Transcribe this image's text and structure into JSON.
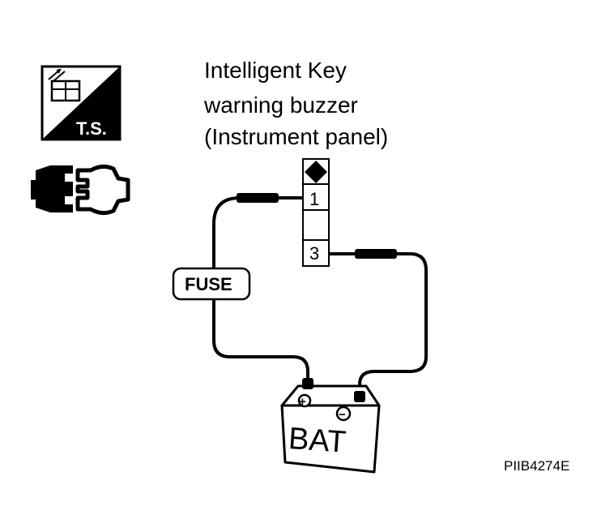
{
  "title": {
    "line1": "Intelligent Key",
    "line2": "warning buzzer",
    "line3": "(Instrument panel)"
  },
  "connector": {
    "terminal_top": "1",
    "terminal_bottom": "3"
  },
  "fuse_label": "FUSE",
  "battery_label": "BAT",
  "battery_positive": "+",
  "battery_negative": "−",
  "ts_badge": "T.S.",
  "figure_code": "PIIB4274E",
  "icons": [
    "troubleshooting-ts-icon",
    "connector-harness-icon"
  ],
  "colors": {
    "ink": "#000000",
    "paper": "#ffffff"
  }
}
